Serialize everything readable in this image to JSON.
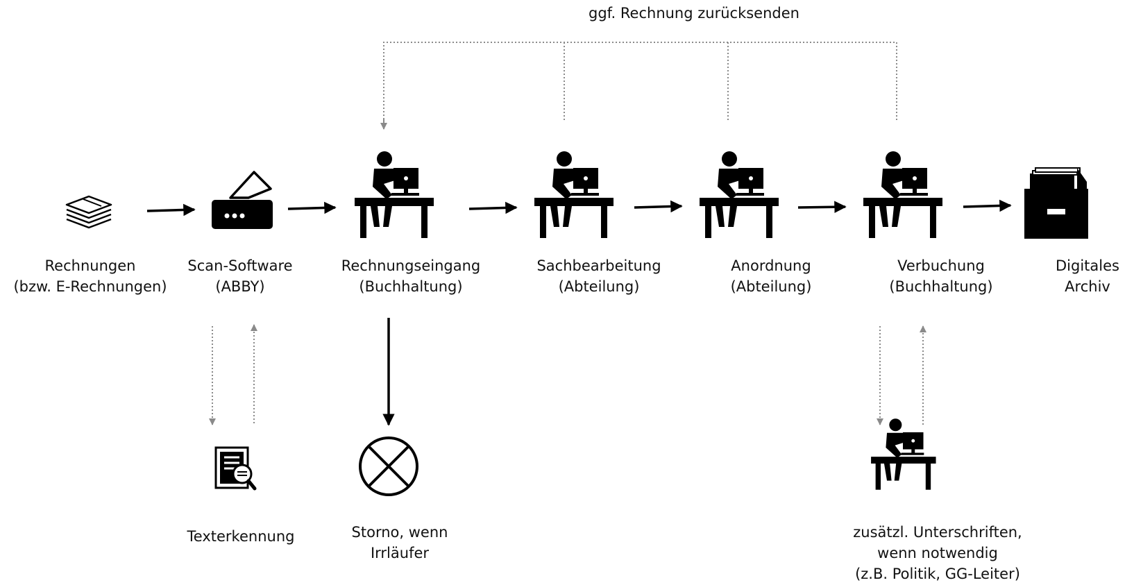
{
  "top_label": "ggf. Rechnung zurücksenden",
  "nodes": [
    {
      "id": "rechnungen",
      "icon": "stack-of-papers-icon",
      "lines": [
        "Rechnungen",
        "(bzw. E-Rechnungen)"
      ]
    },
    {
      "id": "scan",
      "icon": "scanner-icon",
      "lines": [
        "Scan-Software",
        "(ABBY)"
      ]
    },
    {
      "id": "eingang",
      "icon": "person-at-desk-icon",
      "lines": [
        "Rechnungseingang",
        "(Buchhaltung)"
      ]
    },
    {
      "id": "sachbearbeitung",
      "icon": "person-at-desk-icon",
      "lines": [
        "Sachbearbeitung",
        "(Abteilung)"
      ]
    },
    {
      "id": "anordnung",
      "icon": "person-at-desk-icon",
      "lines": [
        "Anordnung",
        "(Abteilung)"
      ]
    },
    {
      "id": "verbuchung",
      "icon": "person-at-desk-icon",
      "lines": [
        "Verbuchung",
        "(Buchhaltung)"
      ]
    },
    {
      "id": "archiv",
      "icon": "file-cabinet-icon",
      "lines": [
        "Digitales",
        "Archiv"
      ]
    },
    {
      "id": "texterkennung",
      "icon": "document-magnifier-icon",
      "lines": [
        "Texterkennung"
      ]
    },
    {
      "id": "storno",
      "icon": "cancel-circle-icon",
      "lines": [
        "Storno, wenn",
        "Irrläufer"
      ]
    },
    {
      "id": "unterschriften",
      "icon": "person-at-desk-icon",
      "lines": [
        "zusätzl. Unterschriften,",
        "wenn notwendig",
        "(z.B. Politik, GG-Leiter)"
      ]
    }
  ],
  "colors": {
    "ink": "#000000",
    "dotted": "#8a8a8a"
  }
}
